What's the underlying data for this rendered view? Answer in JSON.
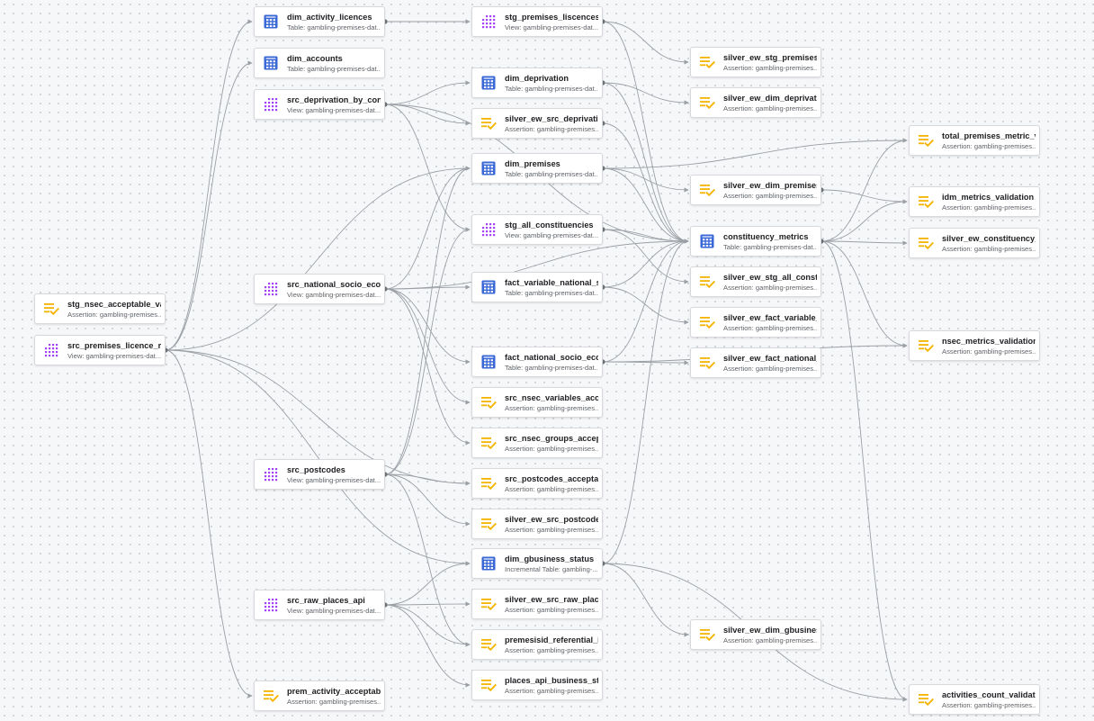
{
  "colors": {
    "table": "#3867d6",
    "view": "#a142f4",
    "assertion": "#f5b400",
    "assertion_check": "#1e8e3e",
    "edge": "#9aa0a6",
    "node_border": "#d7d9dd"
  },
  "nodes": [
    {
      "id": "stg_nsec",
      "name": "stg_nsec_acceptable_val...",
      "sub": "Assertion: gambling-premises...",
      "icon": "assertion-icon"
    },
    {
      "id": "src_premises",
      "name": "src_premises_licence_re...",
      "sub": "View: gambling-premises-dat...",
      "icon": "view-icon"
    },
    {
      "id": "dim_activity",
      "name": "dim_activity_licences",
      "sub": "Table: gambling-premises-dat...",
      "icon": "table-icon"
    },
    {
      "id": "dim_accounts",
      "name": "dim_accounts",
      "sub": "Table: gambling-premises-dat...",
      "icon": "table-icon"
    },
    {
      "id": "src_depriv",
      "name": "src_deprivation_by_const...",
      "sub": "View: gambling-premises-dat...",
      "icon": "view-icon"
    },
    {
      "id": "src_national",
      "name": "src_national_socio_econ...",
      "sub": "View: gambling-premises-dat...",
      "icon": "view-icon"
    },
    {
      "id": "src_postcodes",
      "name": "src_postcodes",
      "sub": "View: gambling-premises-dat...",
      "icon": "view-icon"
    },
    {
      "id": "src_raw",
      "name": "src_raw_places_api",
      "sub": "View: gambling-premises-dat...",
      "icon": "view-icon"
    },
    {
      "id": "prem_activity",
      "name": "prem_activity_acceptabl...",
      "sub": "Assertion: gambling-premises...",
      "icon": "assertion-icon"
    },
    {
      "id": "stg_premises",
      "name": "stg_premises_liscences_...",
      "sub": "View: gambling-premises-dat...",
      "icon": "view-icon"
    },
    {
      "id": "dim_depriv",
      "name": "dim_deprivation",
      "sub": "Table: gambling-premises-dat...",
      "icon": "table-icon"
    },
    {
      "id": "silver_src_depriv",
      "name": "silver_ew_src_deprivatio...",
      "sub": "Assertion: gambling-premises...",
      "icon": "assertion-icon"
    },
    {
      "id": "dim_premises",
      "name": "dim_premises",
      "sub": "Table: gambling-premises-dat...",
      "icon": "table-icon"
    },
    {
      "id": "stg_all",
      "name": "stg_all_constituencies",
      "sub": "View: gambling-premises-dat...",
      "icon": "view-icon"
    },
    {
      "id": "fact_variable",
      "name": "fact_variable_national_s...",
      "sub": "Table: gambling-premises-dat...",
      "icon": "table-icon"
    },
    {
      "id": "fact_national",
      "name": "fact_national_socio_eco...",
      "sub": "Table: gambling-premises-dat...",
      "icon": "table-icon"
    },
    {
      "id": "src_nsec_var",
      "name": "src_nsec_variables_acce...",
      "sub": "Assertion: gambling-premises...",
      "icon": "assertion-icon"
    },
    {
      "id": "src_nsec_groups",
      "name": "src_nsec_groups_accept...",
      "sub": "Assertion: gambling-premises...",
      "icon": "assertion-icon"
    },
    {
      "id": "src_postcodes_acc",
      "name": "src_postcodes_acceptab...",
      "sub": "Assertion: gambling-premises...",
      "icon": "assertion-icon"
    },
    {
      "id": "silver_src_postcodes",
      "name": "silver_ew_src_postcodes...",
      "sub": "Assertion: gambling-premises...",
      "icon": "assertion-icon"
    },
    {
      "id": "dim_gbusiness",
      "name": "dim_gbusiness_status",
      "sub": "Incremental Table: gambling-...",
      "icon": "incremental-table-icon"
    },
    {
      "id": "silver_src_raw",
      "name": "silver_ew_src_raw_place...",
      "sub": "Assertion: gambling-premises...",
      "icon": "assertion-icon"
    },
    {
      "id": "premesisid",
      "name": "premesisid_referential_in...",
      "sub": "Assertion: gambling-premises...",
      "icon": "assertion-icon"
    },
    {
      "id": "places_api",
      "name": "places_api_business_sta...",
      "sub": "Assertion: gambling-premises...",
      "icon": "assertion-icon"
    },
    {
      "id": "silver_stg_premises",
      "name": "silver_ew_stg_premises_...",
      "sub": "Assertion: gambling-premises...",
      "icon": "assertion-icon"
    },
    {
      "id": "silver_dim_depriv",
      "name": "silver_ew_dim_deprivatio...",
      "sub": "Assertion: gambling-premises...",
      "icon": "assertion-icon"
    },
    {
      "id": "silver_dim_premises",
      "name": "silver_ew_dim_premises...",
      "sub": "Assertion: gambling-premises...",
      "icon": "assertion-icon"
    },
    {
      "id": "constituency",
      "name": "constituency_metrics",
      "sub": "Table: gambling-premises-dat...",
      "icon": "table-icon"
    },
    {
      "id": "silver_stg_all",
      "name": "silver_ew_stg_all_constit...",
      "sub": "Assertion: gambling-premises...",
      "icon": "assertion-icon"
    },
    {
      "id": "silver_fact_variable",
      "name": "silver_ew_fact_variable_...",
      "sub": "Assertion: gambling-premises...",
      "icon": "assertion-icon"
    },
    {
      "id": "silver_fact_national",
      "name": "silver_ew_fact_national_...",
      "sub": "Assertion: gambling-premises...",
      "icon": "assertion-icon"
    },
    {
      "id": "silver_dim_gbusiness",
      "name": "silver_ew_dim_gbusines...",
      "sub": "Assertion: gambling-premises...",
      "icon": "assertion-icon"
    },
    {
      "id": "total_premises",
      "name": "total_premises_metric_v...",
      "sub": "Assertion: gambling-premises...",
      "icon": "assertion-icon"
    },
    {
      "id": "idm_metrics",
      "name": "idm_metrics_validation",
      "sub": "Assertion: gambling-premises...",
      "icon": "assertion-icon"
    },
    {
      "id": "silver_constituency",
      "name": "silver_ew_constituency_...",
      "sub": "Assertion: gambling-premises...",
      "icon": "assertion-icon"
    },
    {
      "id": "nsec_metrics",
      "name": "nsec_metrics_validation",
      "sub": "Assertion: gambling-premises...",
      "icon": "assertion-icon"
    },
    {
      "id": "activities_count",
      "name": "activities_count_validation",
      "sub": "Assertion: gambling-premises...",
      "icon": "assertion-icon"
    }
  ],
  "edges": [
    [
      "src_premises",
      "dim_activity"
    ],
    [
      "src_premises",
      "dim_accounts"
    ],
    [
      "src_premises",
      "prem_activity"
    ],
    [
      "src_premises",
      "dim_premises"
    ],
    [
      "src_premises",
      "src_postcodes_acc"
    ],
    [
      "src_premises",
      "dim_gbusiness"
    ],
    [
      "dim_activity",
      "stg_premises"
    ],
    [
      "src_depriv",
      "dim_depriv"
    ],
    [
      "src_depriv",
      "silver_src_depriv"
    ],
    [
      "src_depriv",
      "stg_all"
    ],
    [
      "src_depriv",
      "constituency"
    ],
    [
      "src_national",
      "fact_variable"
    ],
    [
      "src_national",
      "fact_national"
    ],
    [
      "src_national",
      "src_nsec_var"
    ],
    [
      "src_national",
      "src_nsec_groups"
    ],
    [
      "src_national",
      "dim_premises"
    ],
    [
      "src_national",
      "constituency"
    ],
    [
      "src_postcodes",
      "dim_premises"
    ],
    [
      "src_postcodes",
      "stg_all"
    ],
    [
      "src_postcodes",
      "src_postcodes_acc"
    ],
    [
      "src_postcodes",
      "silver_src_postcodes"
    ],
    [
      "src_postcodes",
      "premesisid"
    ],
    [
      "src_raw",
      "dim_gbusiness"
    ],
    [
      "src_raw",
      "silver_src_raw"
    ],
    [
      "src_raw",
      "premesisid"
    ],
    [
      "src_raw",
      "places_api"
    ],
    [
      "stg_premises",
      "silver_stg_premises"
    ],
    [
      "stg_premises",
      "constituency"
    ],
    [
      "dim_depriv",
      "silver_dim_depriv"
    ],
    [
      "dim_depriv",
      "constituency"
    ],
    [
      "silver_src_depriv",
      "constituency"
    ],
    [
      "dim_premises",
      "silver_dim_premises"
    ],
    [
      "dim_premises",
      "constituency"
    ],
    [
      "dim_premises",
      "total_premises"
    ],
    [
      "stg_all",
      "silver_stg_all"
    ],
    [
      "stg_all",
      "constituency"
    ],
    [
      "fact_variable",
      "silver_fact_variable"
    ],
    [
      "fact_variable",
      "constituency"
    ],
    [
      "fact_national",
      "silver_fact_national"
    ],
    [
      "fact_national",
      "constituency"
    ],
    [
      "fact_national",
      "nsec_metrics"
    ],
    [
      "dim_gbusiness",
      "silver_dim_gbusiness"
    ],
    [
      "dim_gbusiness",
      "constituency"
    ],
    [
      "dim_gbusiness",
      "activities_count"
    ],
    [
      "constituency",
      "total_premises"
    ],
    [
      "constituency",
      "idm_metrics"
    ],
    [
      "constituency",
      "silver_constituency"
    ],
    [
      "constituency",
      "nsec_metrics"
    ],
    [
      "constituency",
      "activities_count"
    ],
    [
      "silver_dim_premises",
      "idm_metrics"
    ]
  ]
}
